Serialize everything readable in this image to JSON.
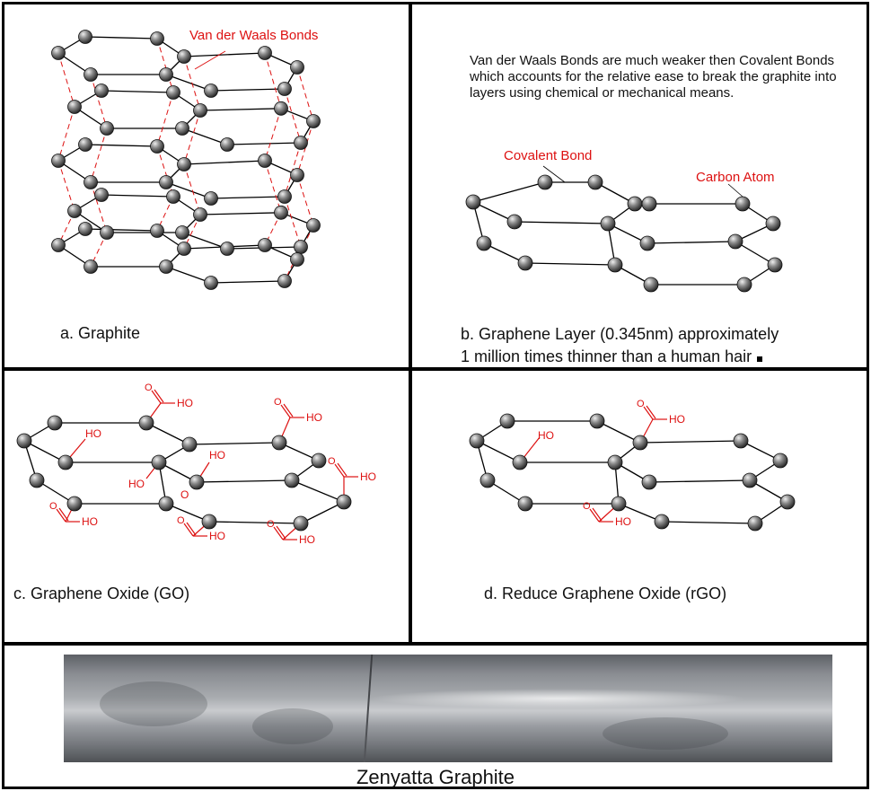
{
  "panels": {
    "graphite": {
      "caption": "a. Graphite",
      "annotation": "Van der Waals Bonds"
    },
    "graphene_layer": {
      "description": "Van der Waals Bonds are much weaker then Covalent Bonds which accounts for the relative ease to break the graphite into layers using chemical or mechanical means.",
      "covalent_label": "Covalent Bond",
      "atom_label": "Carbon Atom",
      "caption_line1": "b. Graphene Layer (0.345nm) approximately",
      "caption_line2": "1 million times thinner than a human hair"
    },
    "graphene_oxide": {
      "caption": "c. Graphene Oxide (GO)"
    },
    "reduced_graphene_oxide": {
      "caption": "d. Reduce Graphene Oxide (rGO)"
    },
    "photo": {
      "caption": "Zenyatta Graphite"
    }
  },
  "chem_labels": {
    "hydroxyl": "HO",
    "oxygen": "O"
  },
  "colors": {
    "bond": "#000000",
    "annotation": "#dd1111",
    "atom_dark": "#2a2a2a",
    "atom_light": "#eeeeee"
  }
}
